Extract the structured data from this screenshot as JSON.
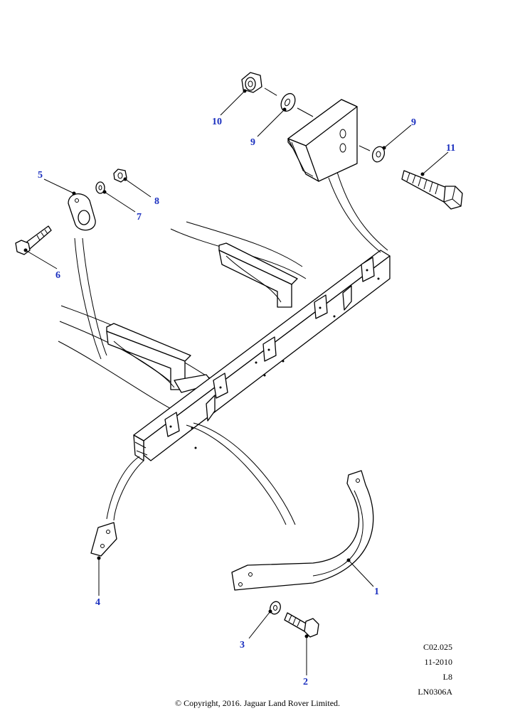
{
  "callouts": {
    "c1": "1",
    "c2": "2",
    "c3": "3",
    "c4": "4",
    "c5": "5",
    "c6": "6",
    "c7": "7",
    "c8": "8",
    "c9a": "9",
    "c9b": "9",
    "c10": "10",
    "c11": "11"
  },
  "meta": {
    "ref": "C02.025",
    "date": "11-2010",
    "code": "L8",
    "illustration": "LN0306A"
  },
  "footer": {
    "copyright": "© Copyright, 2016. Jaguar Land Rover Limited."
  },
  "colors": {
    "callout": "#1a2fbf",
    "line": "#000000"
  }
}
